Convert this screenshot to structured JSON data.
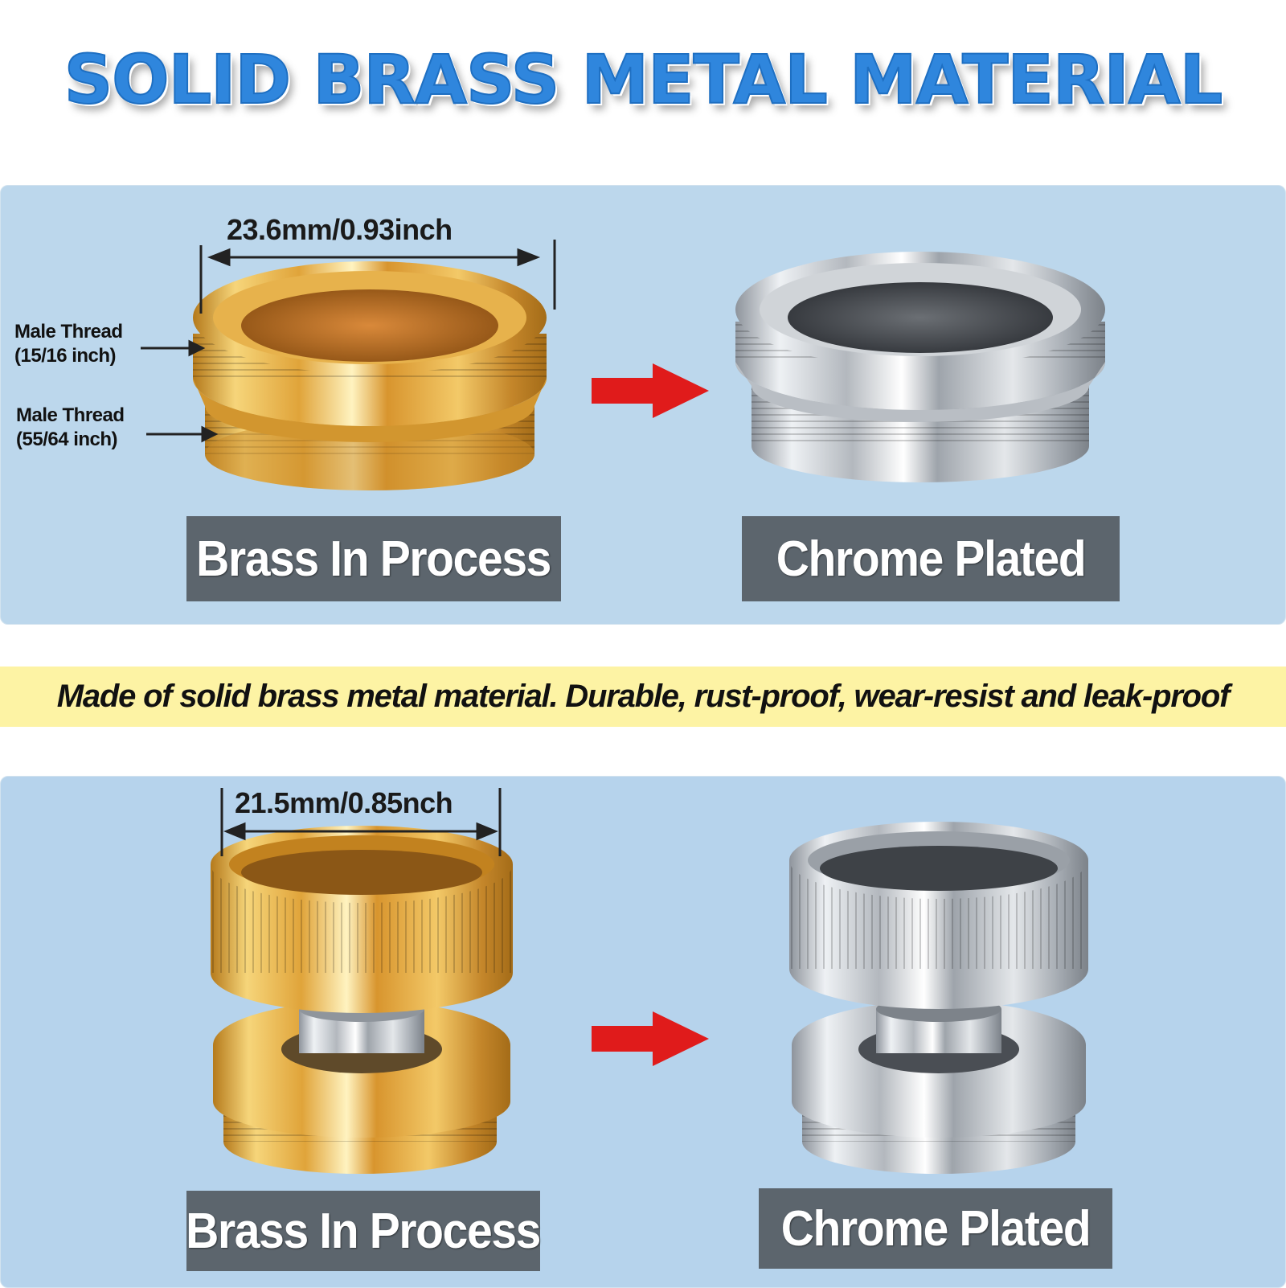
{
  "headline": "SOLID BRASS METAL MATERIAL",
  "panel_top": {
    "dimension": "23.6mm/0.93inch",
    "thread_1": {
      "line1": "Male Thread",
      "line2": "(15/16 inch)"
    },
    "thread_2": {
      "line1": "Male Thread",
      "line2": "(55/64 inch)"
    },
    "label_left": "Brass In Process",
    "label_right": "Chrome Plated"
  },
  "banner": "Made of solid brass metal material. Durable, rust-proof, wear-resist and leak-proof",
  "panel_bottom": {
    "dimension": "21.5mm/0.85nch",
    "label_left": "Brass In Process",
    "label_right": "Chrome Plated"
  },
  "colors": {
    "headline": "#2f86dd",
    "panel": "#bcd7ec",
    "banner": "#fdf3a4",
    "label": "#5c656d",
    "arrow": "#e01b1b"
  }
}
